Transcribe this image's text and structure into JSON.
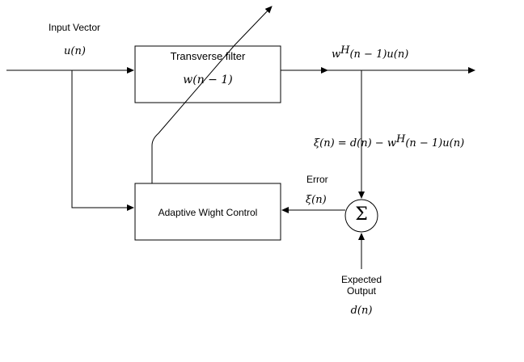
{
  "input": {
    "title": "Input Vector",
    "symbol": "u(n)"
  },
  "filter": {
    "title": "Transverse filter",
    "weight": "w(n − 1)"
  },
  "output": {
    "w_sym": "w",
    "sup_h": "H",
    "rest": "(n − 1)u(n)"
  },
  "error_eq": {
    "lhs": "ξ(n) = d(n) − w",
    "sup_h": "H",
    "rest": "(n − 1)u(n)"
  },
  "error": {
    "title": "Error",
    "symbol": "ξ(n)"
  },
  "control": {
    "title": "Adaptive Wight Control"
  },
  "summer": {
    "symbol": "Σ"
  },
  "expected": {
    "line1": "Expected",
    "line2": "Output",
    "symbol": "d(n)"
  }
}
